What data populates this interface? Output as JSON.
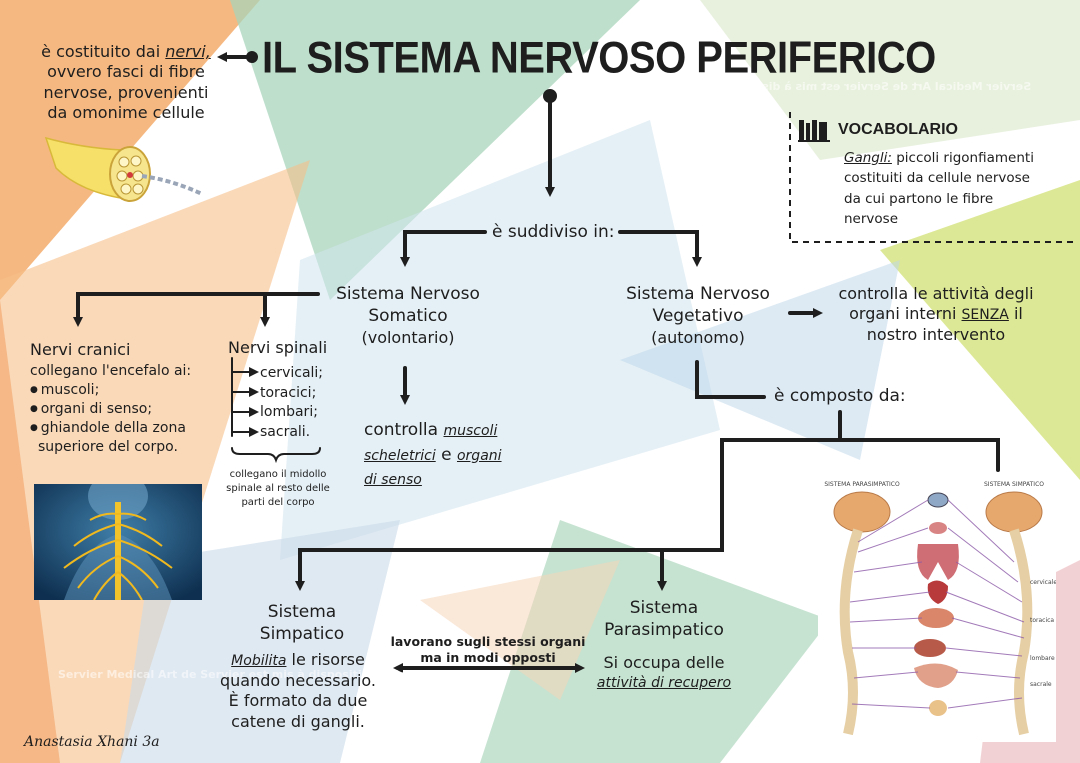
{
  "title": "IL SISTEMA NERVOSO PERIFERICO",
  "intro": {
    "prefix": "è costituito dai ",
    "term": "nervi,",
    "rest": "ovvero fasci di fibre nervose, provenienti da omonime cellule"
  },
  "vocabulary": {
    "heading": "VOCABOLARIO",
    "term": "Gangli:",
    "definition": " piccoli rigonfiamenti costituiti da cellule nervose da cui partono le fibre nervose"
  },
  "split_label": "è suddiviso in:",
  "somatic": {
    "name_line1": "Sistema Nervoso",
    "name_line2": "Somatico",
    "qualifier": "(volontario)",
    "function_prefix": "controlla ",
    "function_term1a": "muscoli",
    "function_term1b": "scheletrici",
    "function_mid": " e ",
    "function_term2a": "organi",
    "function_term2b": "di senso"
  },
  "cranial": {
    "name": "Nervi cranici",
    "desc": "collegano l'encefalo ai:",
    "items": [
      "muscoli;",
      "organi di senso;",
      "ghiandole della zona"
    ],
    "tail": "superiore del corpo."
  },
  "spinal": {
    "name": "Nervi spinali",
    "items": [
      "cervicali;",
      "toracici;",
      "lombari;",
      "sacrali."
    ],
    "desc": "collegano il midollo spinale al resto delle parti del corpo"
  },
  "vegetative": {
    "name_line1": "Sistema Nervoso",
    "name_line2": "Vegetativo",
    "qualifier": "(autonomo)",
    "controls_prefix": "controlla le attività degli organi interni ",
    "controls_term": "SENZA",
    "controls_suffix": " il nostro intervento",
    "composed_label": "è composto da:"
  },
  "sympathetic": {
    "name_line1": "Sistema",
    "name_line2": "Simpatico",
    "desc_term": "Mobilita",
    "desc_rest": " le risorse quando necessario. È formato da due catene di gangli."
  },
  "parasympathetic": {
    "name_line1": "Sistema",
    "name_line2": "Parasimpatico",
    "desc": "Si occupa delle",
    "desc_term": "attività di recupero"
  },
  "opposition_label": "lavorano sugli stessi organi ma in modi opposti",
  "figure_labels": {
    "left": "SISTEMA PARASIMPATICO",
    "right": "SISTEMA SIMPATICO",
    "regions": [
      "cervicale",
      "toracica",
      "lombare",
      "sacrale"
    ]
  },
  "watermark": "Servier Medical Art de Servier est mis à disposition selon les termes",
  "signature": "Anastasia Xhani 3a",
  "colors": {
    "orange": "#f3ac6b",
    "green": "#a8d4b9",
    "blue": "#b9d4ea",
    "yellow": "#d6e36a",
    "ink": "#1e1e1e"
  }
}
